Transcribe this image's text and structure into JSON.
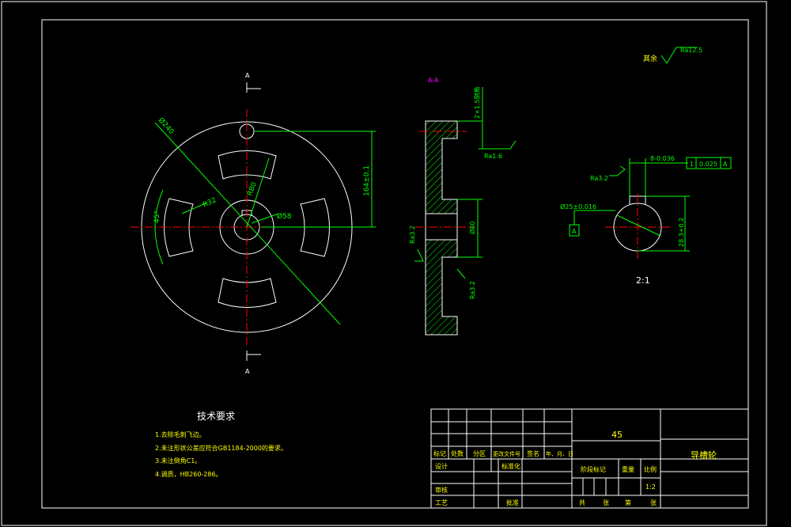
{
  "colors": {
    "background": "#000000",
    "outline": "#ffffff",
    "dimension": "#00ff00",
    "centerline": "#ff0000",
    "hatch": "#00ff00",
    "section_text": "#ff00ff",
    "marker": "#ffff00"
  },
  "labels": {
    "section_mark_top": "A",
    "section_mark_bottom": "A",
    "section_title": "A-A",
    "surface_note_main": "其余",
    "surface_note_main_value": "Ra12.5",
    "scale_detail": "2:1"
  },
  "front_view": {
    "dim_outer_dia": "Ø240",
    "dim_height": "164±0.1",
    "dim_pitch": "R80",
    "dim_slot": "R32",
    "dim_hub": "Ø58",
    "dim_angle": "45°"
  },
  "section_view": {
    "dim_chamfer": "2×1.5倒角",
    "dim_bore": "Ø80",
    "surface_ra_1": "Ra1.6",
    "surface_ra_2": "Ra3.2",
    "surface_ra_3": "Ra3.2"
  },
  "detail_view": {
    "surface_ra": "Ra3.2",
    "dim_key_width": "8-0.036",
    "tolerance_value": "0.025",
    "tolerance_datum": "A",
    "tolerance_symbol": "1",
    "dim_bore": "Ø25±0.016",
    "datum_box": "A",
    "dim_key_depth": "28.3+0.2"
  },
  "tech_requirements": {
    "title": "技术要求",
    "items": [
      "1.去除毛刺飞边。",
      "2.未注形状公差应符合GB1184-2000的要求。",
      "3.未注倒角C1。",
      "4.调质，HB260-286。"
    ]
  },
  "title_block": {
    "material": "45",
    "part_name": "导槽轮",
    "mark_label": "标记",
    "count_label": "处数",
    "zone_label": "分区",
    "doc_label": "更改文件号",
    "sign_label": "签名",
    "date_label": "年、月、日",
    "design_label": "设计",
    "standard_label": "标准化",
    "stage_label": "阶段标记",
    "weight_label": "重量",
    "scale_label": "比例",
    "scale_value": "1:2",
    "review_label": "审核",
    "process_label": "工艺",
    "approve_label": "批准",
    "total_label": "共",
    "sheet_label": "张",
    "page_label": "第",
    "page_unit": "张"
  }
}
